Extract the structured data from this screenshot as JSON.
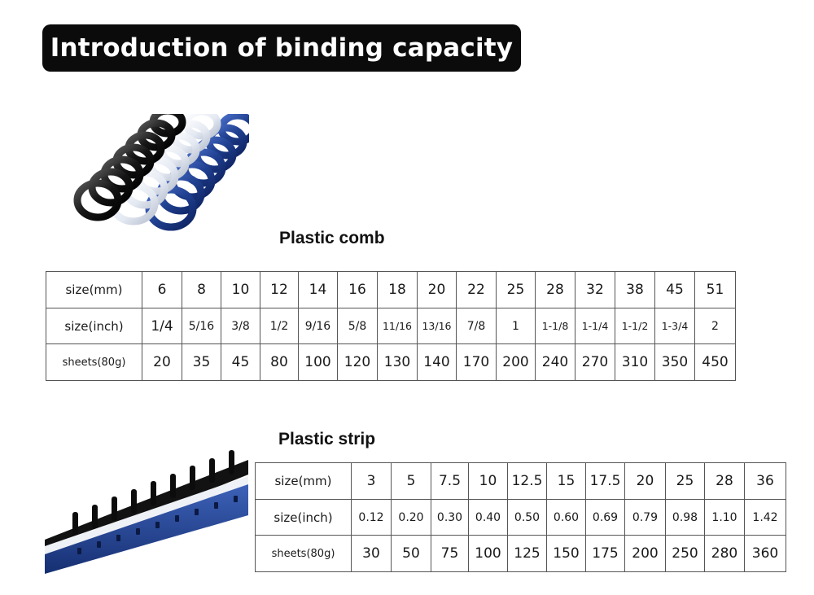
{
  "title": "Introduction of binding capacity",
  "comb": {
    "heading": "Plastic comb",
    "row_labels": {
      "mm": "size(mm)",
      "inch": "size(inch)",
      "sheets": "sheets(80g)"
    },
    "mm": [
      "6",
      "8",
      "10",
      "12",
      "14",
      "16",
      "18",
      "20",
      "22",
      "25",
      "28",
      "32",
      "38",
      "45",
      "51"
    ],
    "inch": [
      "1/4",
      "5/16",
      "3/8",
      "1/2",
      "9/16",
      "5/8",
      "11/16",
      "13/16",
      "7/8",
      "1",
      "1-1/8",
      "1-1/4",
      "1-1/2",
      "1-3/4",
      "2"
    ],
    "sheets": [
      "20",
      "35",
      "45",
      "80",
      "100",
      "120",
      "130",
      "140",
      "170",
      "200",
      "240",
      "270",
      "310",
      "350",
      "450"
    ]
  },
  "strip": {
    "heading": "Plastic strip",
    "row_labels": {
      "mm": "size(mm)",
      "inch": "size(inch)",
      "sheets": "sheets(80g)"
    },
    "mm": [
      "3",
      "5",
      "7.5",
      "10",
      "12.5",
      "15",
      "17.5",
      "20",
      "25",
      "28",
      "36"
    ],
    "inch": [
      "0.12",
      "0.20",
      "0.30",
      "0.40",
      "0.50",
      "0.60",
      "0.69",
      "0.79",
      "0.98",
      "1.10",
      "1.42"
    ],
    "sheets": [
      "30",
      "50",
      "75",
      "100",
      "125",
      "150",
      "175",
      "200",
      "250",
      "280",
      "360"
    ]
  },
  "colors": {
    "banner_bg": "#0b0b0b",
    "banner_text": "#ffffff",
    "comb_black": "#111111",
    "comb_white": "#f2f4f8",
    "comb_blue": "#1f3f8f"
  }
}
